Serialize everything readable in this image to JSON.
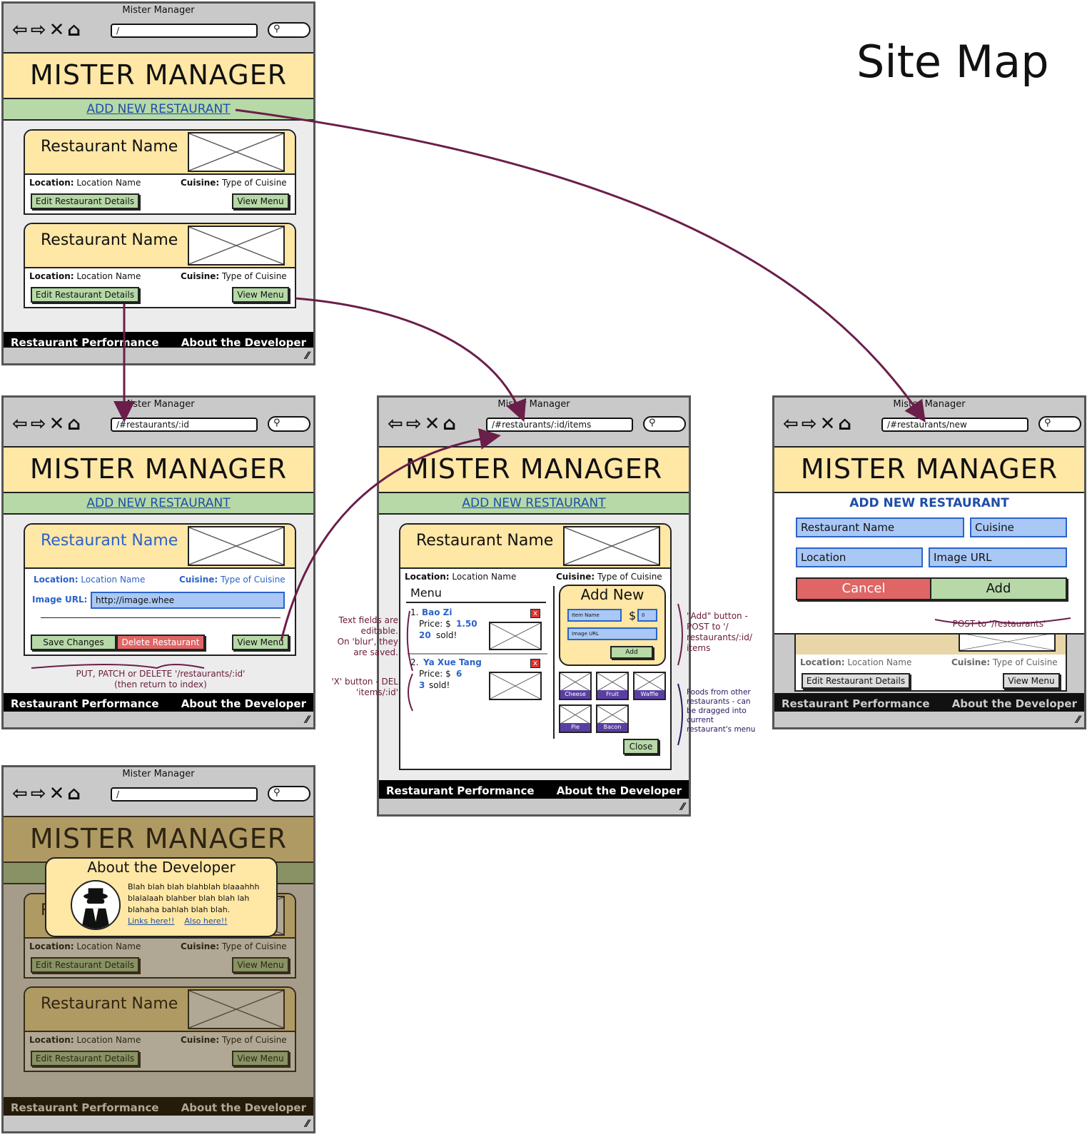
{
  "title": "Site Map",
  "window_title": "Mister Manager",
  "app_title": "MISTER MANAGER",
  "add_link": "ADD NEW RESTAURANT",
  "footer": {
    "left": "Restaurant Performance",
    "right": "About the Developer"
  },
  "urls": {
    "index": "/",
    "show": "/#restaurants/:id",
    "items": "/#restaurants/:id/items",
    "new": "/#restaurants/new"
  },
  "card": {
    "name": "Restaurant Name",
    "location_label": "Location:",
    "location_value": "Location Name",
    "cuisine_label": "Cuisine:",
    "cuisine_value": "Type of Cuisine",
    "edit": "Edit Restaurant Details",
    "view": "View Menu"
  },
  "show": {
    "image_label": "Image URL:",
    "image_value": "http://image.whee",
    "save": "Save Changes",
    "delete": "Delete Restaurant",
    "note": "PUT, PATCH or DELETE '/restaurants/:id'",
    "note2": "(then return to index)"
  },
  "items": {
    "menu_title": "Menu",
    "price_label": "Price: $",
    "sold_label": "sold!",
    "list": [
      {
        "num": "1.",
        "name": "Bao Zi",
        "price": "1.50",
        "sold": "20"
      },
      {
        "num": "2.",
        "name": "Ya Xue Tang",
        "price": "6",
        "sold": "3"
      }
    ],
    "add_new": "Add New",
    "item_name_ph": "Item Name",
    "dollar": "$",
    "price_ph": "0",
    "image_url_ph": "Image URL",
    "add": "Add",
    "close": "Close",
    "x": "x",
    "foods": [
      "Cheese",
      "Fruit",
      "Waffle",
      "Pie",
      "Bacon"
    ],
    "note_text": [
      "Text fields are",
      "editable.",
      "On 'blur', they",
      "are saved."
    ],
    "note_x": [
      "'X' button - DEL",
      "'items/:id'"
    ],
    "note_add": [
      "\"Add\" button -",
      "POST to '/",
      "restaurants/:id/",
      "items"
    ],
    "note_foods": [
      "Foods from other",
      "restaurants - can",
      "be dragged into",
      "current",
      "restaurant's menu"
    ]
  },
  "new_form": {
    "heading": "ADD NEW RESTAURANT",
    "name": "Restaurant Name",
    "cuisine": "Cuisine",
    "location": "Location",
    "image": "Image URL",
    "cancel": "Cancel",
    "add": "Add",
    "note": "POST to '/restaurants'"
  },
  "about": {
    "heading": "About the Developer",
    "text": [
      "Blah blah blah blahblah blaaahhh",
      "blalalaah blahber blah blah lah",
      "blahaha bahlah blah blah."
    ],
    "link1": "Links here!!",
    "link2": "Also here!!"
  },
  "colors": {
    "header": "#ffe7a5",
    "addbar": "#b6d9a7",
    "button": "#b6d9a7",
    "danger": "#e06565",
    "field": "#a9c8f5",
    "link": "#1d4ea8",
    "arrow": "#6b1e4a"
  }
}
